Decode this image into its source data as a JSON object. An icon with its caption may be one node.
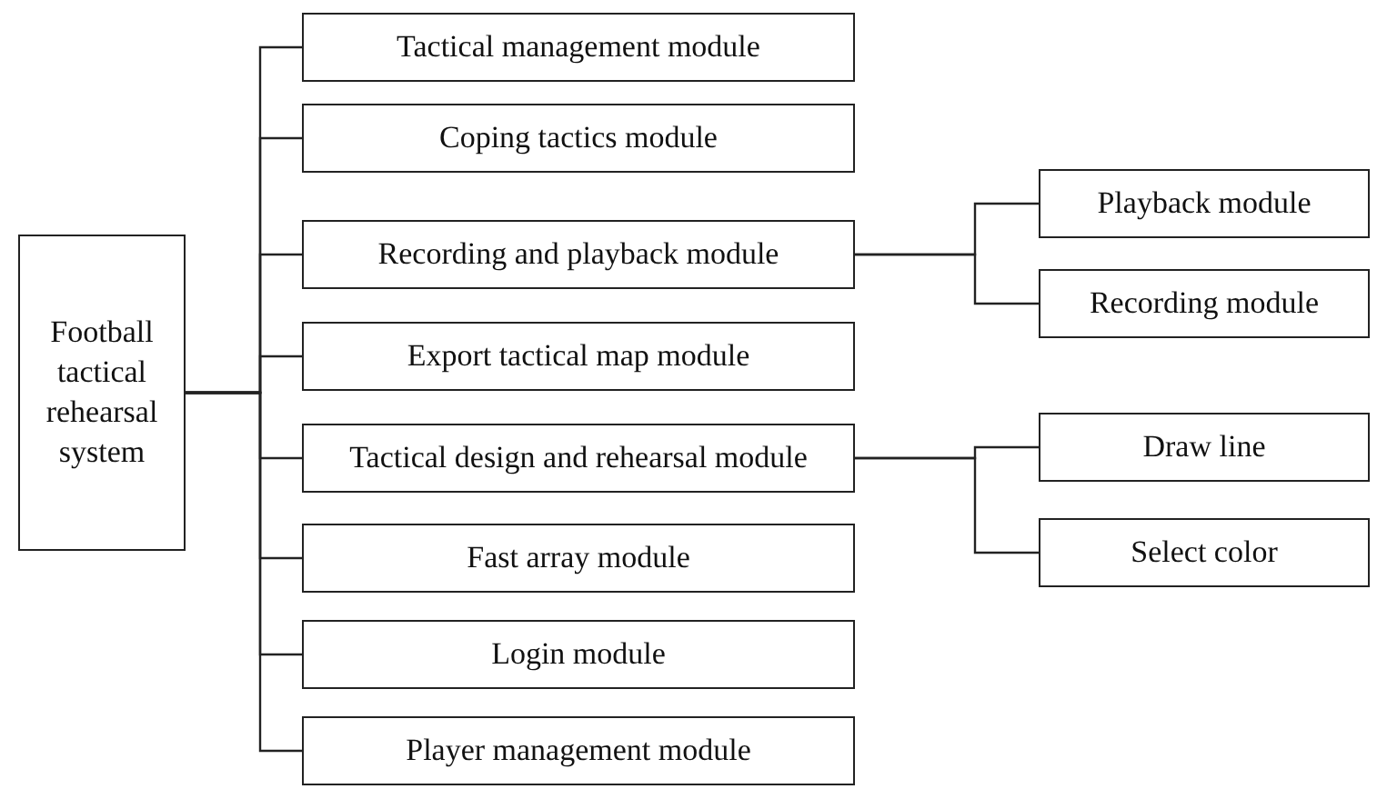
{
  "diagram": {
    "nodes": [
      {
        "text": [
          "Football tactical rehearsal system"
        ]
      },
      {
        "text": [
          "Tactical management module"
        ]
      },
      {
        "text": [
          "Coping tactics module"
        ]
      },
      {
        "text": [
          "Recording and playback module"
        ]
      },
      {
        "text": [
          "Export tactical map module"
        ]
      },
      {
        "text": [
          "Tactical design and rehearsal module"
        ]
      },
      {
        "text": [
          "Fast array module"
        ]
      },
      {
        "text": [
          "Login module"
        ]
      },
      {
        "text": [
          "Player management module"
        ]
      },
      {
        "text": [
          "Playback module"
        ]
      },
      {
        "text": [
          "Recording module"
        ]
      },
      {
        "text": [
          "Draw line"
        ]
      },
      {
        "text": [
          "Select color"
        ]
      }
    ],
    "edges": [
      {
        "from": 0,
        "to": 1,
        "arrow": "none"
      },
      {
        "from": 0,
        "to": 2,
        "arrow": "none"
      },
      {
        "from": 0,
        "to": 3,
        "arrow": "none"
      },
      {
        "from": 0,
        "to": 4,
        "arrow": "none"
      },
      {
        "from": 0,
        "to": 5,
        "arrow": "none"
      },
      {
        "from": 0,
        "to": 6,
        "arrow": "none"
      },
      {
        "from": 0,
        "to": 7,
        "arrow": "none"
      },
      {
        "from": 0,
        "to": 8,
        "arrow": "none"
      },
      {
        "from": 3,
        "to": 9,
        "arrow": "none"
      },
      {
        "from": 3,
        "to": 10,
        "arrow": "none"
      },
      {
        "from": 5,
        "to": 11,
        "arrow": "none"
      },
      {
        "from": 5,
        "to": 12,
        "arrow": "none"
      }
    ]
  }
}
